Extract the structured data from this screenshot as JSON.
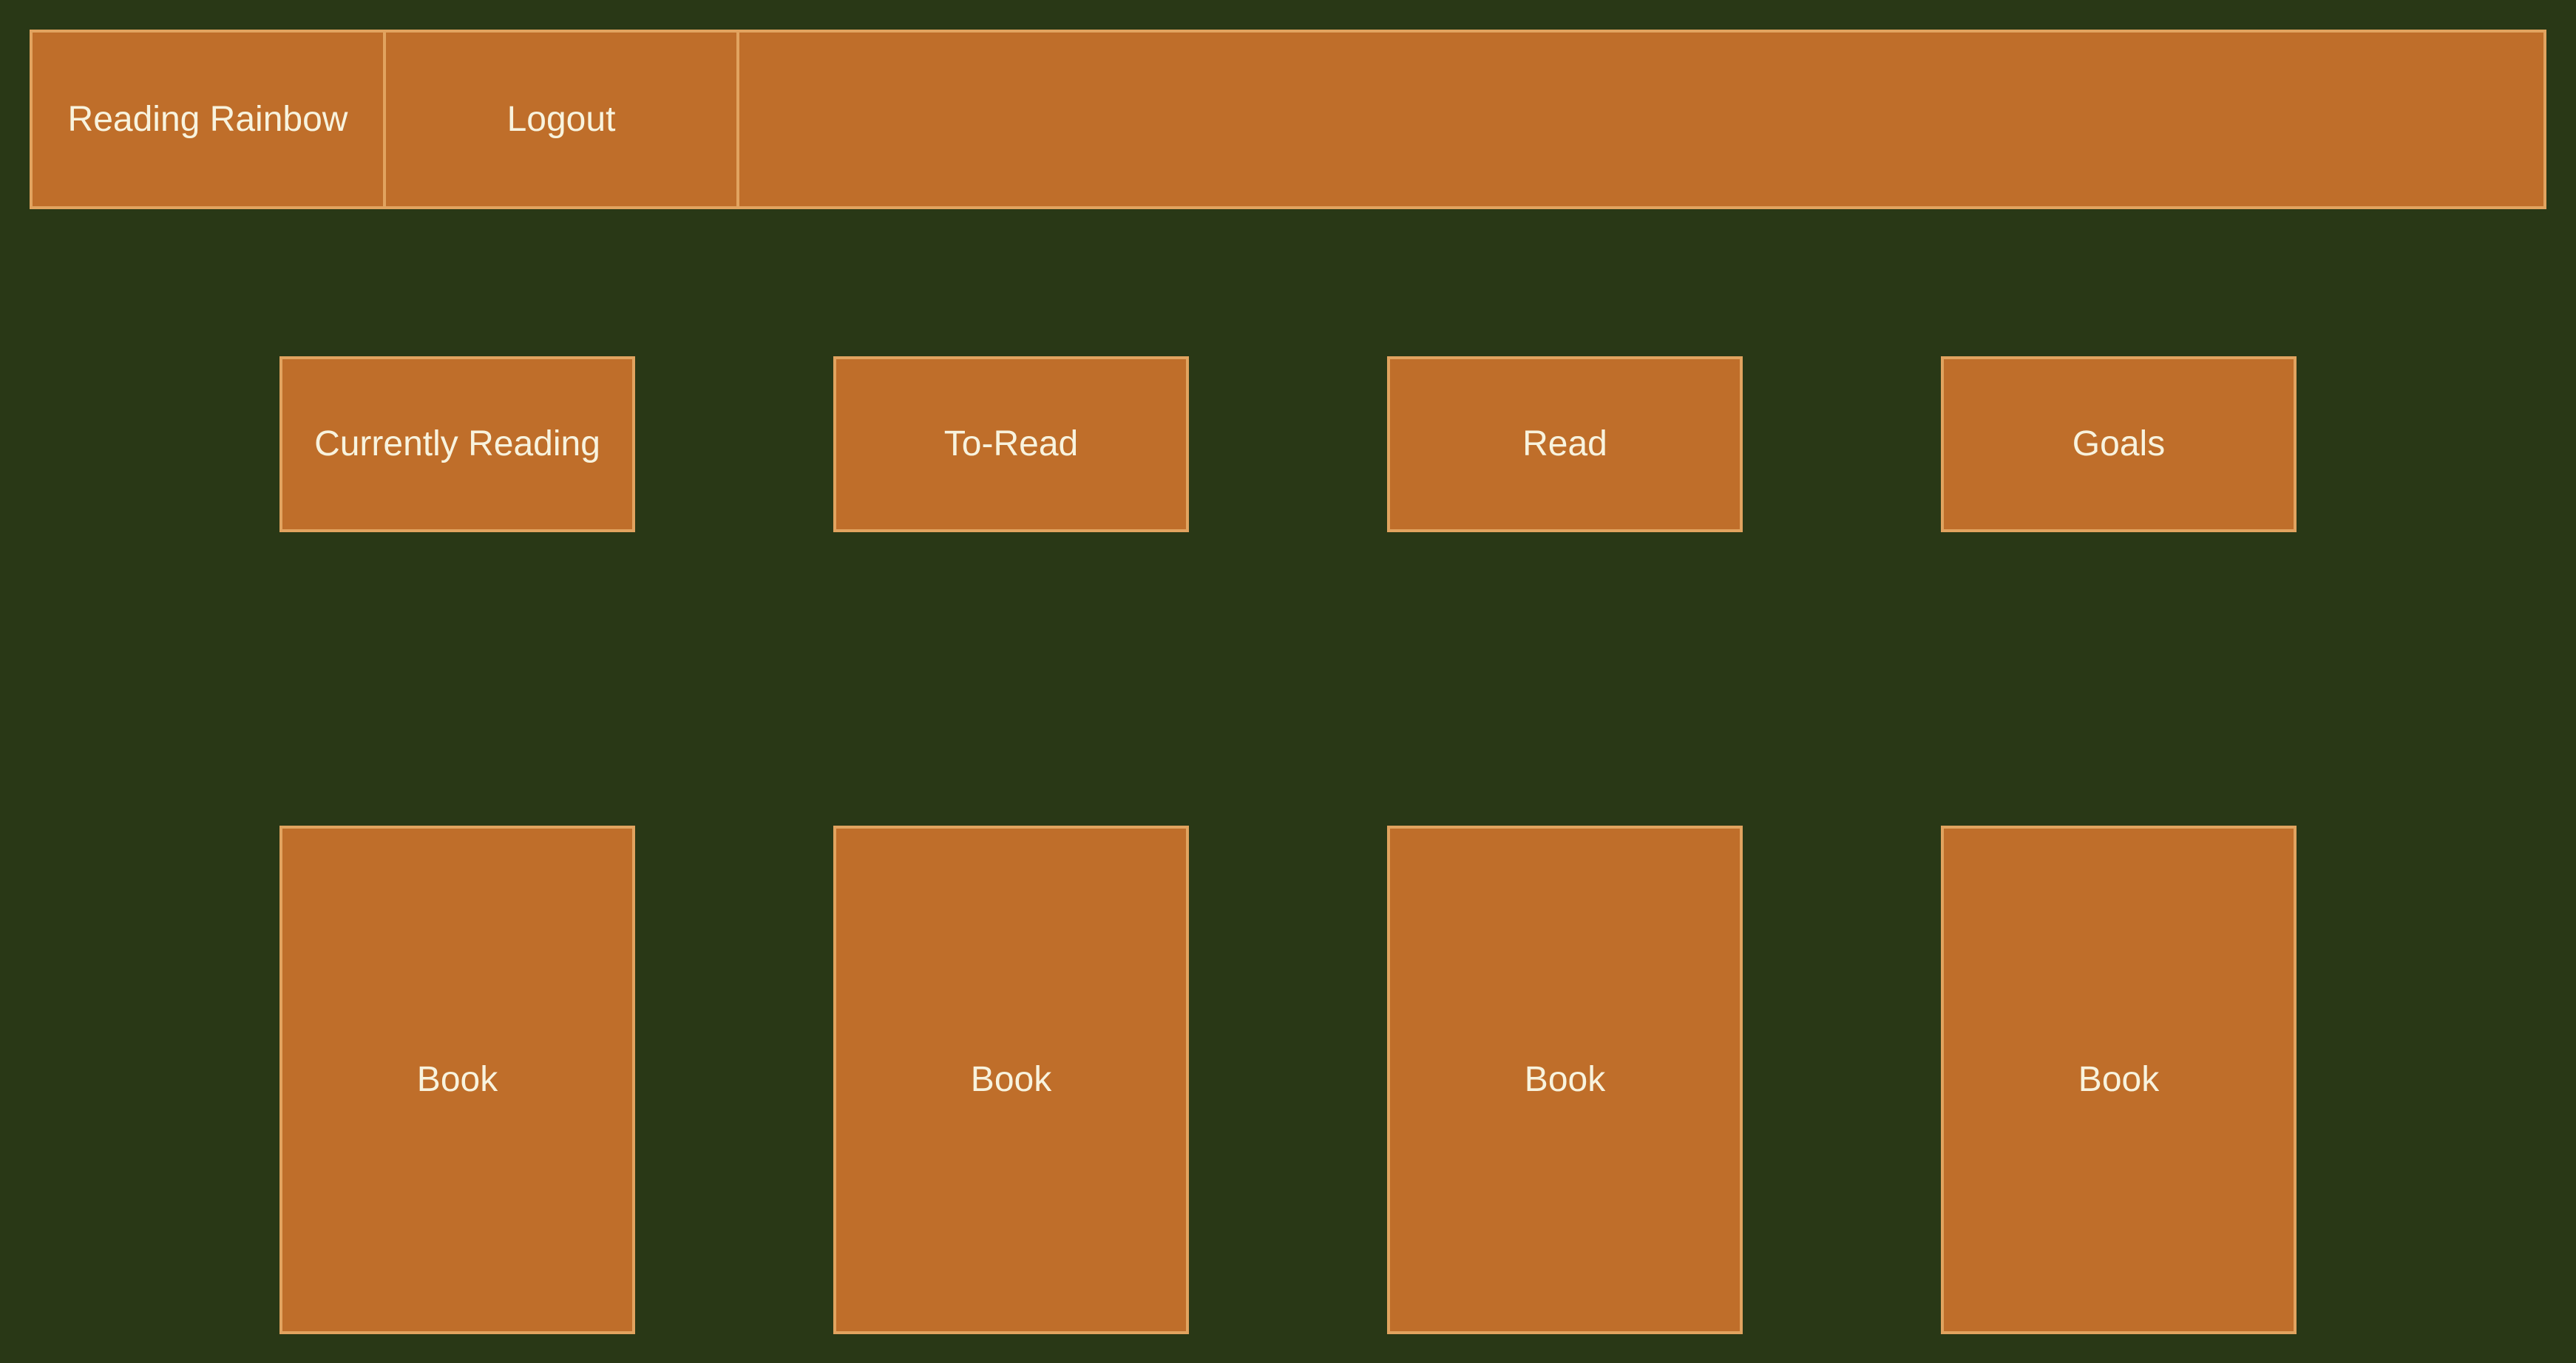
{
  "colors": {
    "background": "#293816",
    "box_fill": "#bf6e2a",
    "box_border": "#e1a35f",
    "text": "#f8f3de"
  },
  "nav": {
    "brand_label": "Reading Rainbow",
    "logout_label": "Logout"
  },
  "shelves": [
    {
      "label": "Currently Reading"
    },
    {
      "label": "To-Read"
    },
    {
      "label": "Read"
    },
    {
      "label": "Goals"
    }
  ],
  "books": [
    {
      "label": "Book"
    },
    {
      "label": "Book"
    },
    {
      "label": "Book"
    },
    {
      "label": "Book"
    }
  ]
}
